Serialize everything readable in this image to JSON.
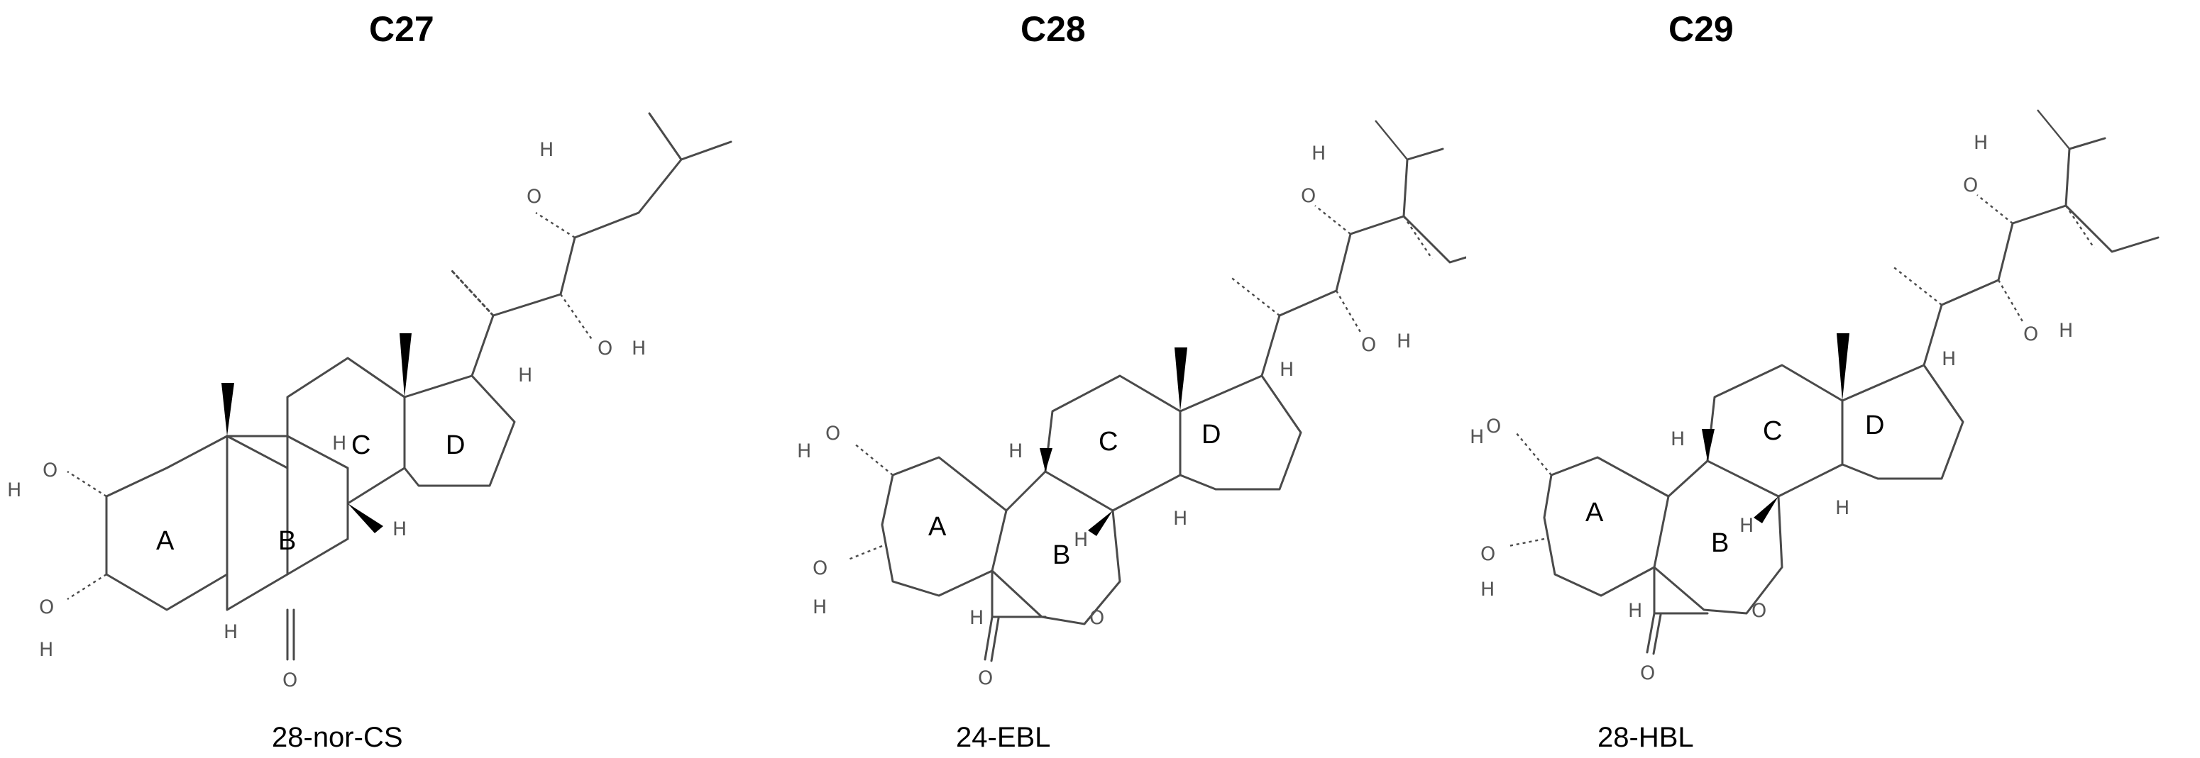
{
  "panels": [
    {
      "title": "C27",
      "caption": "28-nor-CS"
    },
    {
      "title": "C28",
      "caption": "24-EBL"
    },
    {
      "title": "C29",
      "caption": "28-HBL"
    }
  ],
  "ring_labels": [
    "A",
    "B",
    "C",
    "D"
  ],
  "atom_labels": {
    "oxygen": "O",
    "hydrogen": "H"
  }
}
